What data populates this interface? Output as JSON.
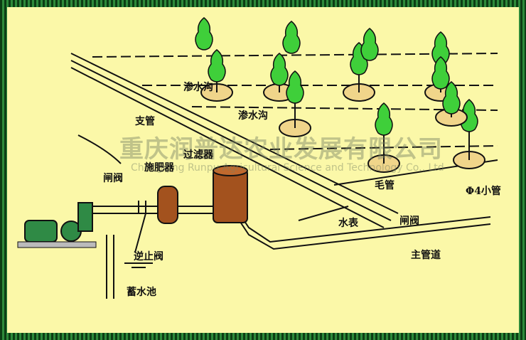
{
  "diagram": {
    "labels": {
      "seepage_ditch_1": "渗水沟",
      "seepage_ditch_2": "渗水沟",
      "branch_pipe": "支管",
      "filter": "过滤器",
      "fertilizer_applicator": "施肥器",
      "gate_valve_left": "闸阀",
      "capillary_pipe": "毛管",
      "small_pipe": "Φ4小管",
      "water_meter": "水表",
      "gate_valve_right": "闸阀",
      "main_pipe": "主管道",
      "check_valve": "逆止阀",
      "reservoir": "蓄水池"
    },
    "watermark": {
      "chinese": "重庆润普达农业发展有限公司",
      "english": "Chongqing Runpu Agricultural Science and Technology Co., Ltd"
    },
    "colors": {
      "background": "#fbf8a8",
      "border": "#1f6b2a",
      "plant": "#3fcf3a",
      "tank": "#a3521e",
      "basin": "#f0d58a",
      "pump": "#2f8a45"
    }
  }
}
